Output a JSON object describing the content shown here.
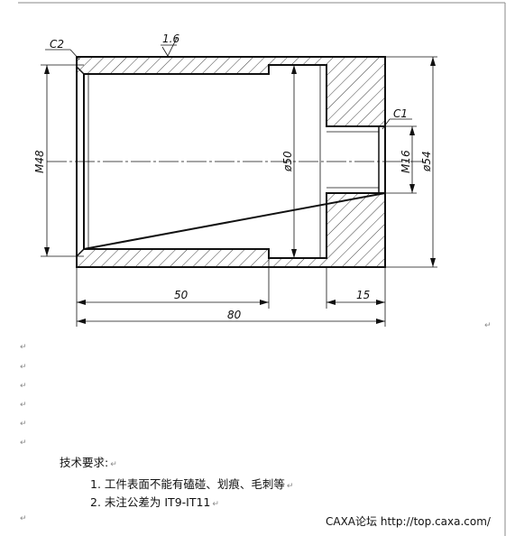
{
  "drawing": {
    "dimensions": {
      "chamfer_left": "C2",
      "roughness": "1.6",
      "chamfer_right": "C1",
      "inner_diameter": "M48",
      "groove_diameter": "ø50",
      "thread_diameter": "M16",
      "outer_diameter": "ø54",
      "length_50": "50",
      "length_15": "15",
      "length_80": "80"
    }
  },
  "paragraph_mark": "↵",
  "tech_requirements": {
    "title": "技术要求:",
    "items": [
      "1. 工件表面不能有磕碰、划痕、毛刺等",
      "2. 未注公差为 IT9-IT11"
    ]
  },
  "footer": {
    "text": "CAXA论坛 http://top.caxa.com/"
  }
}
